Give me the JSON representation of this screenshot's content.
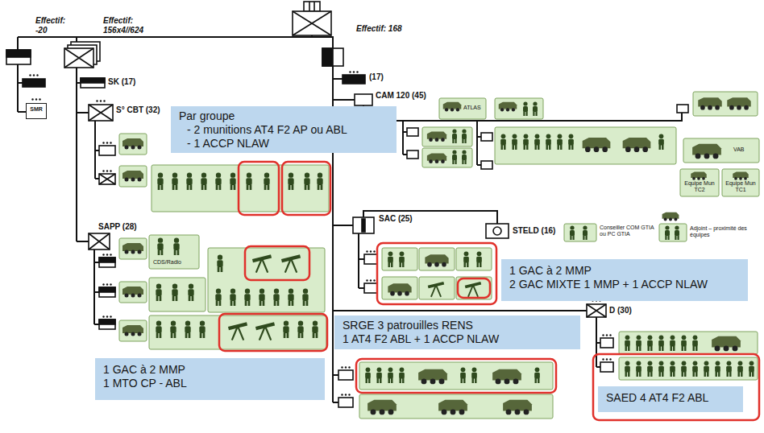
{
  "diagram": {
    "nodes": [
      {
        "text": [
          "SMR"
        ]
      },
      {
        "text": [
          "Par groupe",
          "- 2 munitions AT4 F2 AP ou ABL",
          "- 1 ACCP NLAW"
        ]
      },
      {
        "text": [
          "1 GAC à 2 MMP",
          "2 GAC MIXTE 1 MMP + 1 ACCP NLAW"
        ]
      },
      {
        "text": [
          "SRGE 3 patrouilles RENS",
          "1 AT4 F2 ABL + 1 ACCP NLAW"
        ]
      },
      {
        "text": [
          "1 GAC à 2 MMP",
          "1 MTO CP - ABL"
        ]
      },
      {
        "text": [
          "SAED 4 AT4 F2 ABL"
        ]
      }
    ],
    "labels": [
      "Effectif: -20",
      "Effectif: 156x4//624",
      "Effectif: 168",
      "SK (17)",
      "S° CBT (32)",
      "SAPP (28)",
      "CDS/Radio",
      "(17)",
      "CAM 120 (45)",
      "ATLAS",
      "SAC (25)",
      "STELD (16)",
      "Conseiller COM GTIA ou PC GTIA",
      "Adjoint – proximité des équipes",
      "VAB",
      "Equipe Mun TC2",
      "Equipe Mun TC1",
      "D (30)"
    ]
  }
}
